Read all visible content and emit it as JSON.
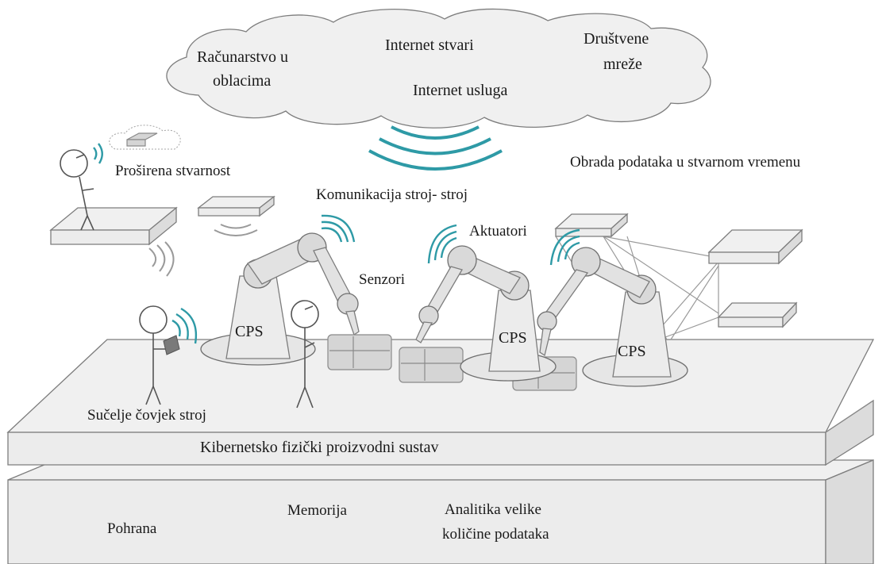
{
  "labels": {
    "cloud_computing_1": "Računarstvo u",
    "cloud_computing_2": "oblacima",
    "internet_of_things": "Internet stvari",
    "social_networks_1": "Društvene",
    "social_networks_2": "mreže",
    "internet_of_services": "Internet usluga",
    "augmented_reality": "Proširena stvarnost",
    "realtime_processing": "Obrada podataka u stvarnom vremenu",
    "m2m_communication": "Komunikacija stroj- stroj",
    "actuators": "Aktuatori",
    "sensors": "Senzori",
    "cps": "CPS",
    "hmi": "Sučelje čovjek stroj",
    "cyber_physical_system": "Kibernetsko fizički proizvodni sustav",
    "storage": "Pohrana",
    "memory": "Memorija",
    "big_data_1": "Analitika velike",
    "big_data_2": "količine podataka"
  },
  "colors": {
    "wave_teal": "#2e9aa6",
    "line_gray": "#7d7d7d",
    "fill_light": "#f0f0f0"
  }
}
